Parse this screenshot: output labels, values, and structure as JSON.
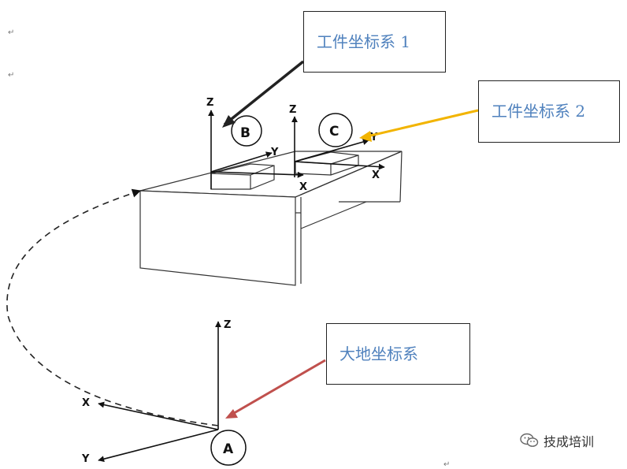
{
  "callouts": {
    "workpiece_1": "工件坐标系 1",
    "workpiece_2": "工件坐标系 2",
    "ground": "大地坐标系"
  },
  "frames": {
    "b": {
      "circle": "B",
      "z": "Z",
      "y": "Y",
      "x": "X"
    },
    "c": {
      "circle": "C",
      "z": "Z",
      "y": "Y",
      "x": "X"
    },
    "a": {
      "circle": "A",
      "z": "Z",
      "y": "Y",
      "x": "X"
    }
  },
  "paragraph_mark": "↵",
  "watermark": {
    "text": "技成培训",
    "icon": "wechat-icon"
  },
  "colors": {
    "callout_text": "#4f81bd",
    "arrow_1": "#222222",
    "arrow_2": "#f2b400",
    "arrow_ground": "#c0504d"
  }
}
